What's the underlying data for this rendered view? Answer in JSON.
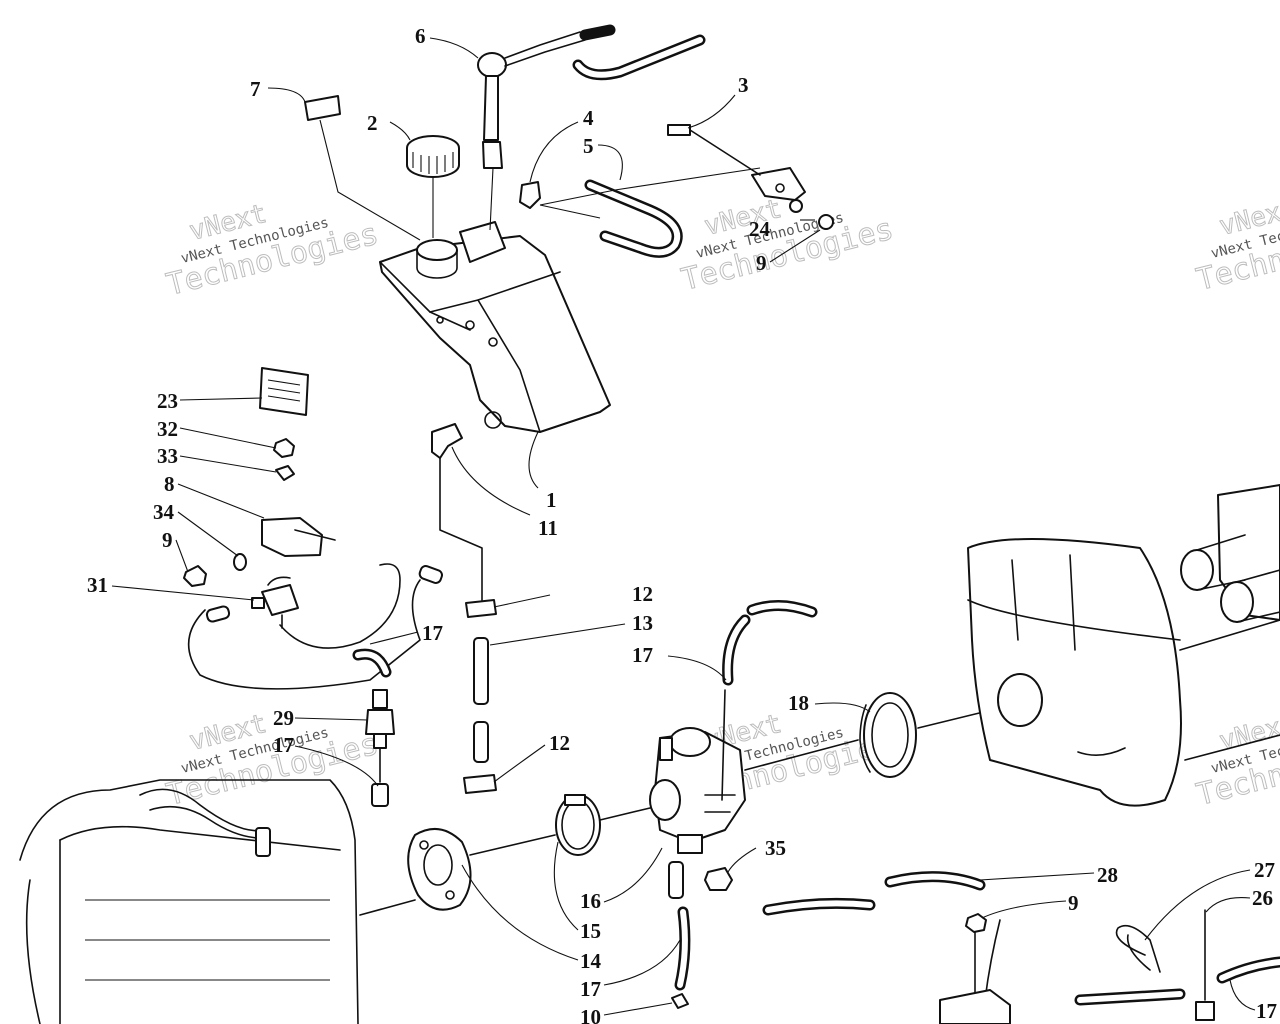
{
  "watermark": {
    "line1": "vNext",
    "line2": "vNext Technologies",
    "line3": "Technologies"
  },
  "callouts": {
    "c1": "1",
    "c2": "2",
    "c3": "3",
    "c4": "4",
    "c5": "5",
    "c6": "6",
    "c7": "7",
    "c8": "8",
    "c9a": "9",
    "c9b": "9",
    "c9c": "9",
    "c10": "10",
    "c11": "11",
    "c12a": "12",
    "c12b": "12",
    "c13": "13",
    "c14": "14",
    "c15": "15",
    "c16": "16",
    "c17a": "17",
    "c17b": "17",
    "c17c": "17",
    "c17d": "17",
    "c17e": "17",
    "c18": "18",
    "c23": "23",
    "c24": "24",
    "c26": "26",
    "c27": "27",
    "c28": "28",
    "c29": "29",
    "c31": "31",
    "c32": "32",
    "c33": "33",
    "c34": "34",
    "c35": "35"
  }
}
